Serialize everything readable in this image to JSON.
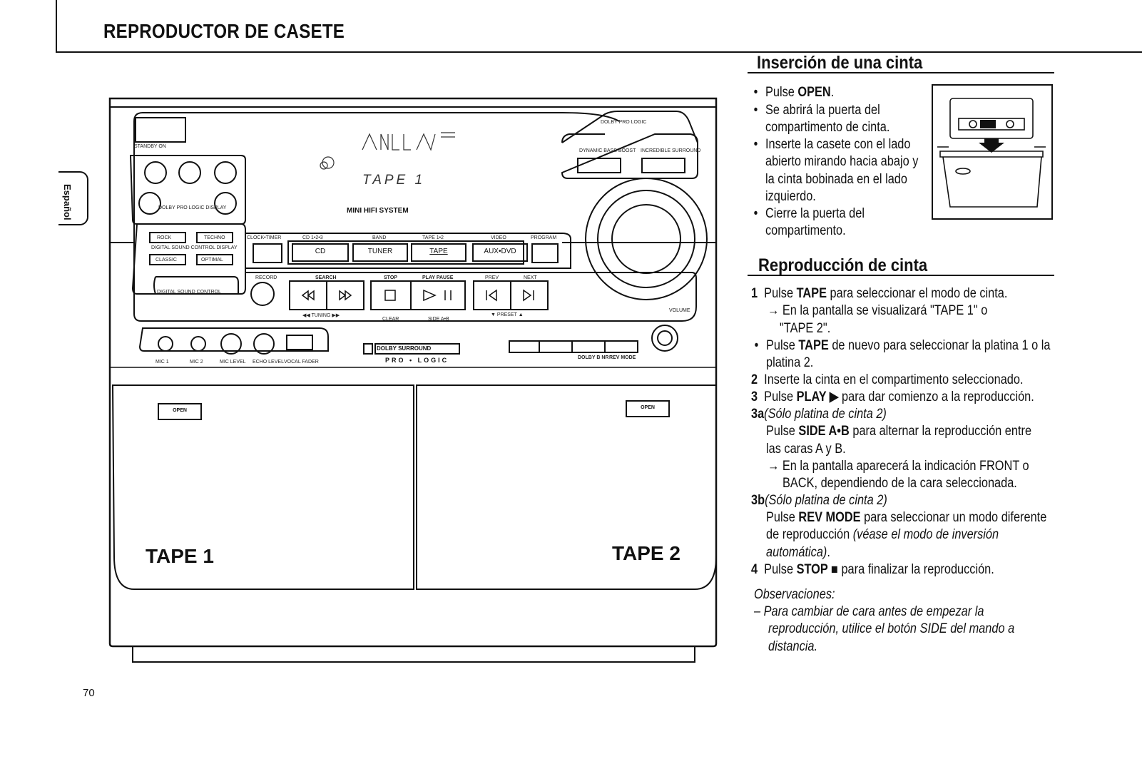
{
  "header": {
    "title": "REPRODUCTOR DE CASETE",
    "side_tab": "Español",
    "page_number": "70"
  },
  "insercion": {
    "title": "Inserción de una cinta",
    "bullets": [
      {
        "pre": "Pulse ",
        "bold": "OPEN",
        "post": "."
      },
      {
        "text1": "Se abrirá la puerta del",
        "text2": "compartimento de cinta."
      },
      {
        "text1": "Inserte la casete con el lado",
        "text2": "abierto mirando hacia abajo y",
        "text3": "la cinta bobinada en el lado",
        "text4": "izquierdo."
      },
      {
        "text1": "Cierre la puerta del",
        "text2": "compartimento."
      }
    ]
  },
  "reproduccion": {
    "title": "Reproducción de cinta",
    "s1": {
      "num": "1",
      "pre": "Pulse ",
      "bold": "TAPE",
      "post": " para seleccionar el modo de cinta."
    },
    "s1_arrow": {
      "line1": "→ En la pantalla se visualizará \"TAPE  1\" o",
      "line2": "\"TAPE  2\"."
    },
    "b1": {
      "pre": "Pulse ",
      "bold": "TAPE",
      "post": " de nuevo para seleccionar la platina 1 o la",
      "line2": "platina 2."
    },
    "s2": {
      "num": "2",
      "text": "Inserte la cinta en el compartimento seleccionado."
    },
    "s3": {
      "num": "3",
      "pre": "Pulse ",
      "bold": "PLAY ▶",
      "post": "  para dar comienzo a la reproducción."
    },
    "s3a": {
      "num": "3a",
      "italic": "(Sólo platina de cinta 2)",
      "pre": "Pulse ",
      "bold": "SIDE A•B",
      "post": " para alternar la reproducción entre",
      "line2": "las caras A y B.",
      "arrow1": "→ En la pantalla aparecerá la indicación FRONT o",
      "arrow2": "BACK, dependiendo de la cara seleccionada."
    },
    "s3b": {
      "num": "3b",
      "italic": "(Sólo platina de cinta 2)",
      "pre": "Pulse ",
      "bold": "REV MODE",
      "post": " para seleccionar un modo diferente",
      "line2": "de reproducción ",
      "line2i": "(véase el modo de inversión",
      "line3i": "automática)",
      "line3": "."
    },
    "s4": {
      "num": "4",
      "pre": "Pulse ",
      "bold": "STOP ■",
      "post": "  para finalizar la reproducción."
    },
    "obs_title": "Observaciones:",
    "obs1": "– Para cambiar de cara antes de empezar la",
    "obs2": "reproducción, utilice el botón SIDE del mando a",
    "obs3": "distancia."
  },
  "illustration": {
    "tape1": "TAPE 1",
    "tape2": "TAPE 2",
    "open1": "OPEN",
    "open2": "OPEN",
    "display": "TAPE 1",
    "mini_hifi": "MINI HIFI SYSTEM",
    "standby": "STANDBY ON",
    "dolby_display": "DOLBY PRO LOGIC DISPLAY",
    "dolby_pro_logic": "DOLBY PRO LOGIC",
    "btn_cd": "CD",
    "btn_tuner": "TUNER",
    "btn_tape": "TAPE",
    "btn_aux": "AUX•DVD",
    "lbl_clock": "CLOCK•TIMER",
    "lbl_cd123": "CD 1•2•3",
    "lbl_band": "BAND",
    "lbl_tape12": "TAPE 1•2",
    "lbl_video": "VIDEO",
    "lbl_program": "PROGRAM",
    "lbl_record": "RECORD",
    "lbl_search": "SEARCH",
    "lbl_stop": "STOP",
    "lbl_playpause": "PLAY  PAUSE",
    "lbl_prev": "PREV",
    "lbl_next": "NEXT",
    "lbl_tuning": "◀◀ TUNING ▶▶",
    "lbl_clear": "CLEAR",
    "lbl_side": "SIDE A•B",
    "lbl_preset": "▼  PRESET  ▲",
    "lbl_volume": "VOLUME",
    "dolby_surround": "DOLBY SURROUND",
    "pro_logic": "PRO • LOGIC",
    "lbl_rev": "REV MODE",
    "lbl_dolbybnr": "DOLBY B NR",
    "lbl_dynamic": "DYNAMIC BASS BOOST",
    "lbl_incredible": "INCREDIBLE SURROUND",
    "lbl_rock": "ROCK",
    "lbl_techno": "TECHNO",
    "lbl_classic": "CLASSIC",
    "lbl_optimal": "OPTIMAL",
    "lbl_mic1": "MIC 1",
    "lbl_mic2": "MIC 2",
    "lbl_mic_level": "MIC LEVEL",
    "lbl_echo": "ECHO LEVEL",
    "lbl_vocal": "VOCAL FADER",
    "lbl_dsc": "DIGITAL SOUND CONTROL DISPLAY",
    "lbl_dsc2": "DIGITAL SOUND CONTROL"
  }
}
